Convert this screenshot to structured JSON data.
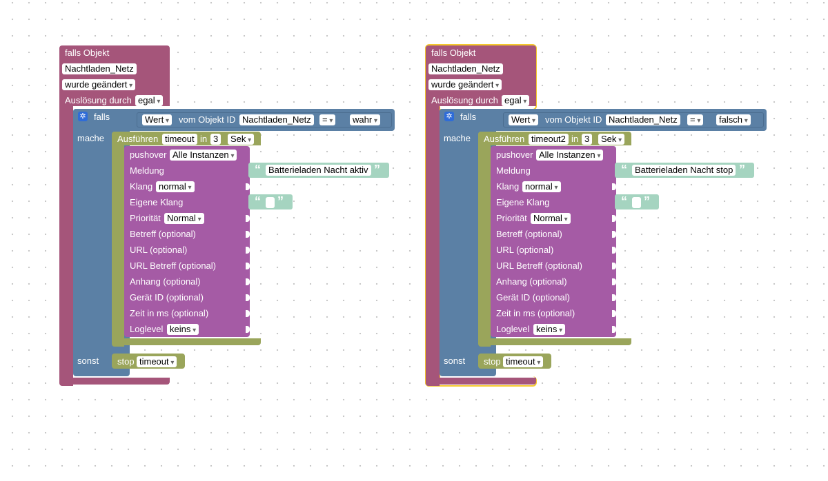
{
  "scripts": [
    {
      "selected": false,
      "event_label": "falls Objekt",
      "object_id": "Nachtladen_Netz",
      "change_mode": "wurde geändert",
      "trigger_label": "Auslösung durch",
      "trigger_value": "egal",
      "if_label": "falls",
      "do_label": "mache",
      "else_label": "sonst",
      "cond_value_select": "Wert",
      "cond_object_label": "vom Objekt ID",
      "cond_object_id": "Nachtladen_Netz",
      "cond_operator": "=",
      "cond_compare": "wahr",
      "timeout_label": "Ausführen",
      "timeout_name": "timeout",
      "timeout_in": "in",
      "timeout_value": "3",
      "timeout_unit": "Sek",
      "push": {
        "title": "pushover",
        "instance": "Alle Instanzen",
        "rows": [
          "Meldung",
          "Klang",
          "Eigene Klang",
          "Priorität",
          "Betreff (optional)",
          "URL (optional)",
          "URL Betreff (optional)",
          "Anhang (optional)",
          "Gerät ID (optional)",
          "Zeit in ms (optional)",
          "Loglevel"
        ],
        "message": "Batterieladen Nacht aktiv",
        "sound": "normal",
        "priority": "Normal",
        "loglevel": "keins"
      },
      "stop_label": "stop",
      "stop_name": "timeout"
    },
    {
      "selected": true,
      "event_label": "falls Objekt",
      "object_id": "Nachtladen_Netz",
      "change_mode": "wurde geändert",
      "trigger_label": "Auslösung durch",
      "trigger_value": "egal",
      "if_label": "falls",
      "do_label": "mache",
      "else_label": "sonst",
      "cond_value_select": "Wert",
      "cond_object_label": "vom Objekt ID",
      "cond_object_id": "Nachtladen_Netz",
      "cond_operator": "=",
      "cond_compare": "falsch",
      "timeout_label": "Ausführen",
      "timeout_name": "timeout2",
      "timeout_in": "in",
      "timeout_value": "3",
      "timeout_unit": "Sek",
      "push": {
        "title": "pushover",
        "instance": "Alle Instanzen",
        "rows": [
          "Meldung",
          "Klang",
          "Eigene Klang",
          "Priorität",
          "Betreff (optional)",
          "URL (optional)",
          "URL Betreff (optional)",
          "Anhang (optional)",
          "Gerät ID (optional)",
          "Zeit in ms (optional)",
          "Loglevel"
        ],
        "message": "Batterieladen Nacht stop",
        "sound": "normal",
        "priority": "Normal",
        "loglevel": "keins"
      },
      "stop_label": "stop",
      "stop_name": "timeout"
    }
  ],
  "colors": {
    "event": "#a5557a",
    "condition": "#5b80a5",
    "timer": "#9aa55b",
    "pushover": "#a55ba5",
    "text": "#a5d4c0",
    "selection": "#f4c82d"
  },
  "icons": {
    "mutator": "gear-icon"
  }
}
